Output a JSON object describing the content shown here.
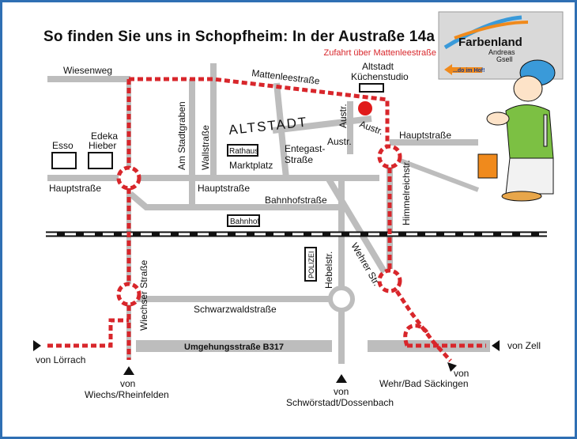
{
  "title": "So finden Sie uns in Schopfheim: In der Austraße 14a",
  "subtitle": "Zufahrt über Mattenleestraße",
  "colors": {
    "route": "#d8262b",
    "road": "#bdbdbd",
    "border": "#2f6fb3",
    "logo_orange": "#f08a1c",
    "logo_blue": "#3a9ad9"
  },
  "logo": {
    "brand": "Farbenland",
    "owner_line1": "Andreas",
    "owner_line2": "Gsell",
    "arrow_text": "...do im Hof!"
  },
  "streets": {
    "wiesenweg": "Wiesenweg",
    "mattenlee": "Mattenleestraße",
    "altstadt": "ALTSTADT",
    "am_stadtgraben": "Am Stadtgraben",
    "wallstrasse": "Wallstraße",
    "marktplatz": "Marktplatz",
    "entegast1": "Entegast-",
    "entegast2": "Straße",
    "austr1": "Austr.",
    "austr2": "Austr.",
    "austr3": "Austr.",
    "hauptstrasse_left": "Hauptstraße",
    "hauptstrasse_mid": "Hauptstraße",
    "hauptstrasse_right": "Hauptstraße",
    "bahnhofstrasse": "Bahnhofstraße",
    "himmelreich": "Himmelreichstr.",
    "wiechser": "Wiechser Straße",
    "schwarzwald": "Schwarzwaldstraße",
    "hebelstr": "Hebelstr.",
    "wehrer": "Wehrer Str.",
    "umgehung": "Umgehungsstraße B317"
  },
  "places": {
    "esso": "Esso",
    "edeka1": "Edeka",
    "edeka2": "Hieber",
    "rathaus": "Rathaus",
    "bahnhof": "Bahnhof",
    "polizei": "POLIZEI",
    "kuechen1": "Altstadt",
    "kuechen2": "Küchenstudio"
  },
  "directions": {
    "loerrach": "von Lörrach",
    "wiechs1": "von",
    "wiechs2": "Wiechs/Rheinfelden",
    "schwoer1": "von",
    "schwoer2": "Schwörstadt/Dossenbach",
    "wehr1": "von",
    "wehr2": "Wehr/Bad Säckingen",
    "zell": "von Zell"
  }
}
